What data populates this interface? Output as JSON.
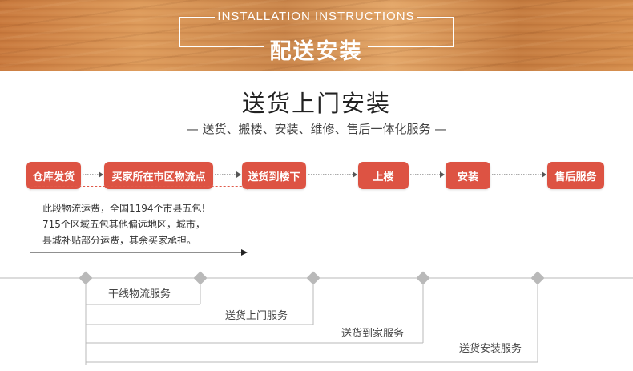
{
  "banner": {
    "english_title": "INSTALLATION  INSTRUCTIONS",
    "chinese_title": "配送安装"
  },
  "heading": {
    "title": "送货上门安装",
    "subtitle": "— 送货、搬楼、安装、维修、售后一体化服务 —"
  },
  "steps": [
    {
      "label": "仓库发货"
    },
    {
      "label": "买家所在市区物流点"
    },
    {
      "label": "送货到楼下"
    },
    {
      "label": "上楼"
    },
    {
      "label": "安装"
    },
    {
      "label": "售后服务"
    }
  ],
  "note": {
    "lines": [
      "此段物流运费，全国1194个市县五包!",
      "715个区域五包其他偏远地区，城市，",
      "县城补贴部分运费，其余买家承担。"
    ]
  },
  "services": [
    {
      "label": "干线物流服务"
    },
    {
      "label": "送货上门服务"
    },
    {
      "label": "送货到家服务"
    },
    {
      "label": "送货安装服务"
    }
  ],
  "colors": {
    "accent": "#dd5343",
    "banner_wood": "#c8783c",
    "timeline_gray": "#b9b9b9"
  }
}
